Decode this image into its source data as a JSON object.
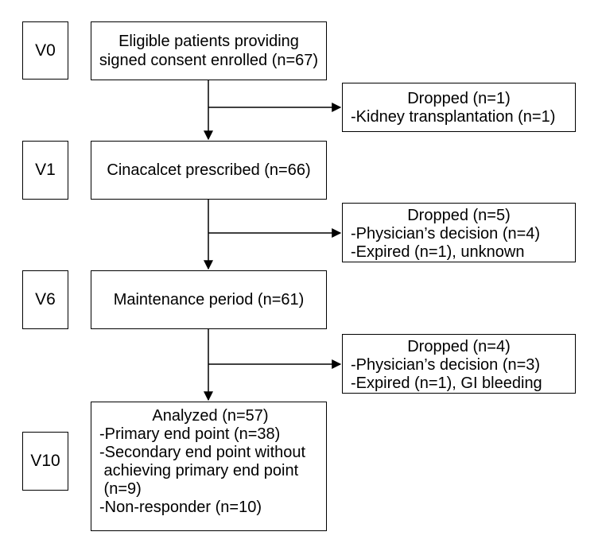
{
  "visits": {
    "v0": "V0",
    "v1": "V1",
    "v6": "V6",
    "v10": "V10"
  },
  "steps": {
    "enrolled": {
      "line1": "Eligible patients providing",
      "line2": "signed consent enrolled (n=67)"
    },
    "prescribed": "Cinacalcet prescribed (n=66)",
    "maintenance": "Maintenance period (n=61)",
    "analyzed": {
      "title": "Analyzed (n=57)",
      "items": [
        "-Primary end point (n=38)",
        "-Secondary end point without",
        " achieving primary end point",
        " (n=9)",
        "-Non-responder (n=10)"
      ]
    }
  },
  "dropouts": [
    {
      "title": "Dropped (n=1)",
      "items": [
        "-Kidney transplantation (n=1)"
      ]
    },
    {
      "title": "Dropped (n=5)",
      "items": [
        "-Physician’s decision (n=4)",
        "-Expired (n=1), unknown"
      ]
    },
    {
      "title": "Dropped (n=4)",
      "items": [
        "-Physician’s decision (n=3)",
        "-Expired (n=1), GI bleeding"
      ]
    }
  ]
}
